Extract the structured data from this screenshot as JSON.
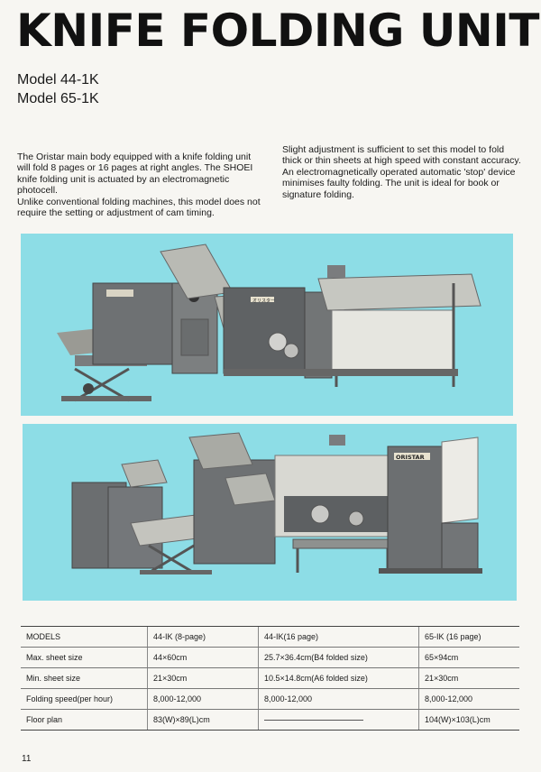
{
  "title": "KNIFE FOLDING UNIT",
  "models": [
    "Model 44-1K",
    "Model 65-1K"
  ],
  "intro_left": [
    "The Oristar main body equipped with a knife folding unit will fold 8 pages or 16 pages at right angles. The SHOEI knife folding unit is actuated by an electromagnetic photocell.",
    "Unlike conventional folding machines, this model does not require the setting or adjustment of cam timing."
  ],
  "intro_right": "Slight adjustment is sufficient to set this model to fold thick or thin sheets at high speed with constant accuracy. An electromagnetically operated automatic 'stop' device minimises faulty folding. The unit is ideal for book or signature folding.",
  "photos": {
    "photo1_plate": "オリスター",
    "photo2_brand": "ORISTAR"
  },
  "colors": {
    "photo_bg": "#8ddde6",
    "machine": "#6e7173",
    "table_line": "#777777"
  },
  "specs": {
    "header": [
      "MODELS",
      "44-IK (8-page)",
      "44-IK(16 page)",
      "65-IK (16 page)"
    ],
    "rows": [
      [
        "Max. sheet size",
        "44×60cm",
        "25.7×36.4cm(B4 folded size)",
        "65×94cm"
      ],
      [
        "Min. sheet size",
        "21×30cm",
        "10.5×14.8cm(A6 folded size)",
        "21×30cm"
      ],
      [
        "Folding speed(per hour)",
        "8,000-12,000",
        "8,000-12,000",
        "8,000-12,000"
      ],
      [
        "Floor plan",
        "83(W)×89(L)cm",
        "",
        "104(W)×103(L)cm"
      ]
    ]
  },
  "page_number": "11"
}
